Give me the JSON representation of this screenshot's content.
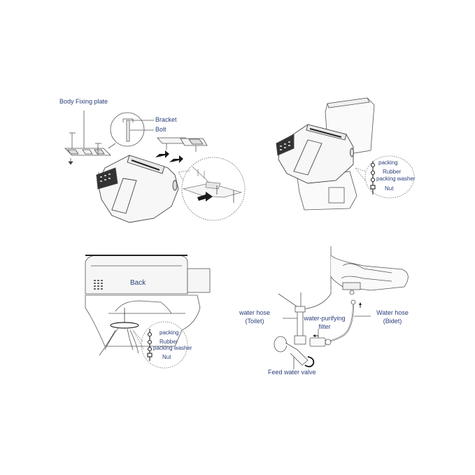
{
  "colors": {
    "label": "#2a3f7a",
    "line": "#555555",
    "fill_light": "#f4f4f4",
    "fill_dark": "#1a1a1a",
    "background": "#ffffff"
  },
  "panels": [
    {
      "id": "seat-bracket-mounting",
      "labels": {
        "body_fixing_plate": "Body Fixing plate",
        "bracket": "Bracket",
        "bolt": "Bolt"
      }
    },
    {
      "id": "seat-on-toilet",
      "labels": {
        "packing": "packing",
        "rubber": "Rubber",
        "packing_washer": "packing washer",
        "nut": "Nut"
      }
    },
    {
      "id": "back-view-fastening",
      "labels": {
        "back": "Back",
        "packing": "packing",
        "rubber": "Rubber",
        "packing_washer": "packing washer",
        "nut": "Nut"
      }
    },
    {
      "id": "water-connection",
      "labels": {
        "water_hose_toilet_line1": "water hose",
        "water_hose_toilet_line2": "(Toilet)",
        "filter_line1": "water-purifying",
        "filter_line2": "filter",
        "water_hose_bidet_line1": "Water hose",
        "water_hose_bidet_line2": "(Bidet)",
        "feed_water_valve": "Feed water valve"
      }
    }
  ]
}
